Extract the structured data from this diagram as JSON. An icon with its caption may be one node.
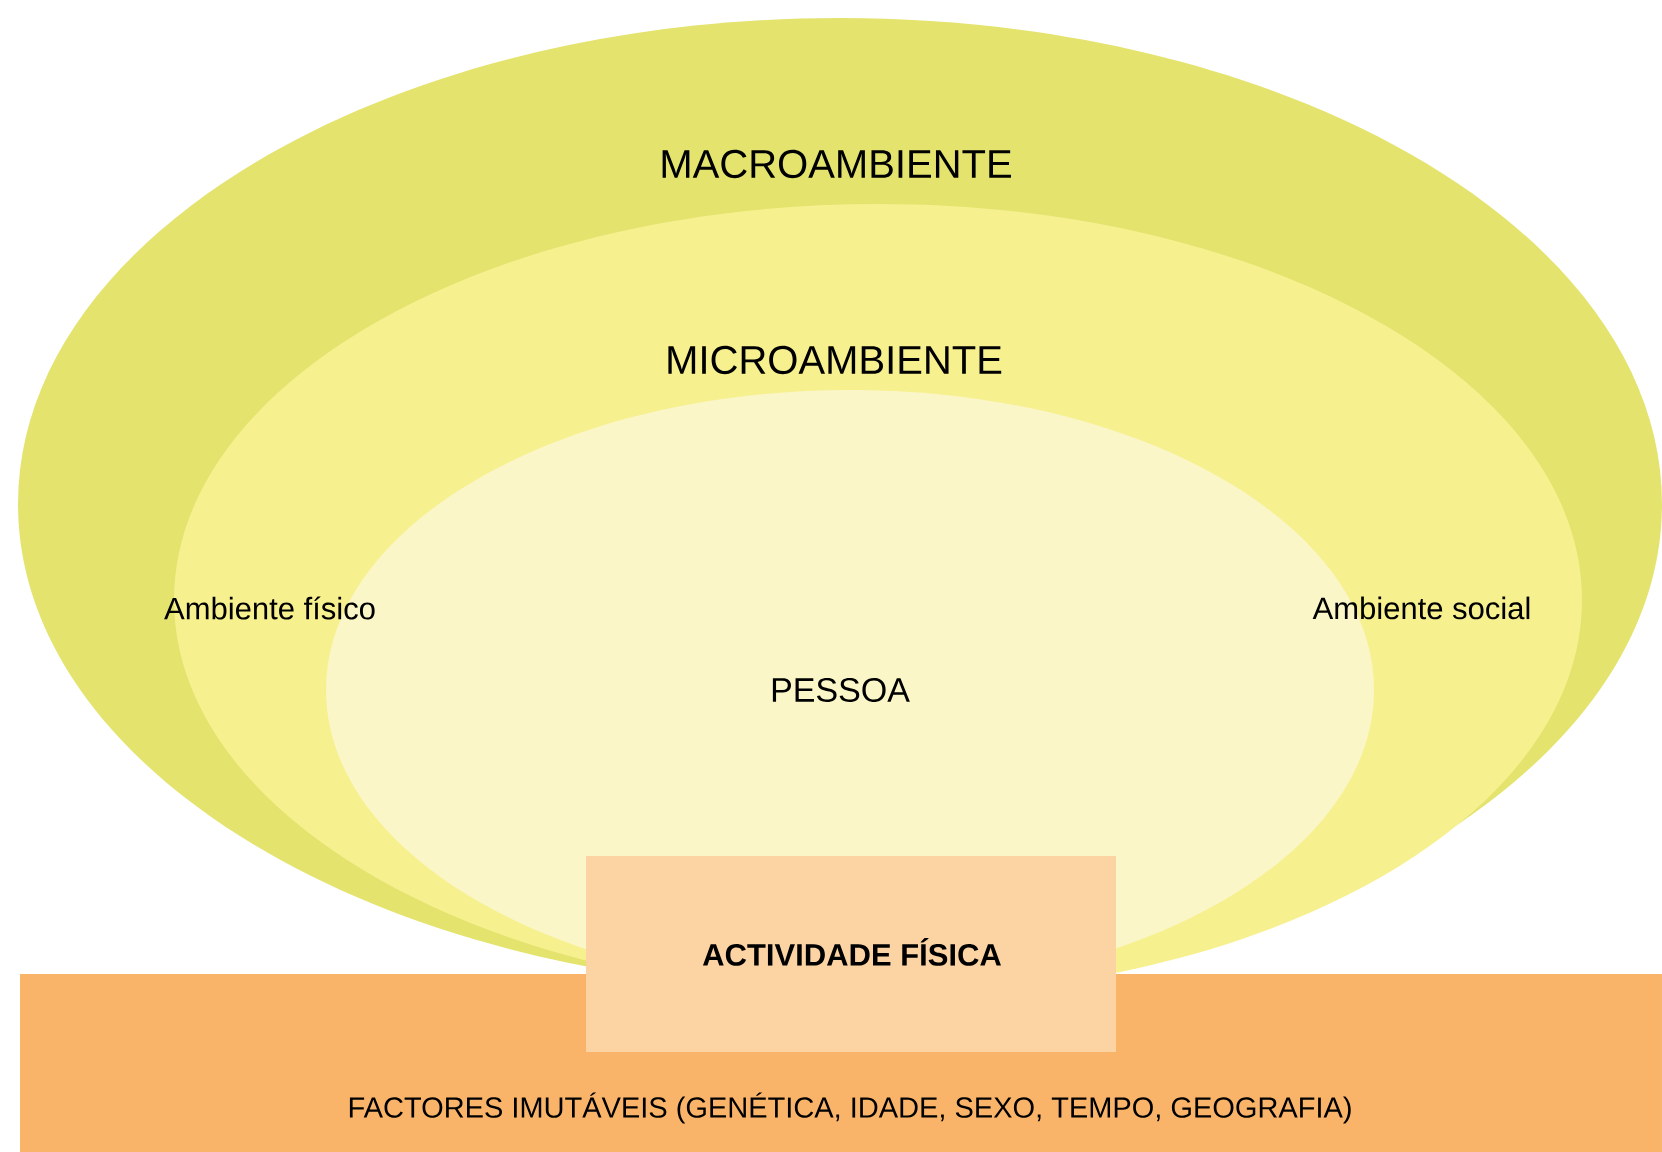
{
  "diagram": {
    "nodes": [
      {
        "text": [
          "MACROAMBIENTE"
        ]
      },
      {
        "text": [
          "MICROAMBIENTE",
          "Ambiente físico",
          "Ambiente social"
        ],
        "in": 0
      },
      {
        "text": [
          "PESSOA"
        ],
        "in": 1
      },
      {
        "text": [
          "FACTORES IMUTÁVEIS (GENÉTICA, IDADE, SEXO, TEMPO, GEOGRAFIA)"
        ]
      },
      {
        "text": [
          "ACTIVIDADE FÍSICA"
        ]
      }
    ]
  }
}
